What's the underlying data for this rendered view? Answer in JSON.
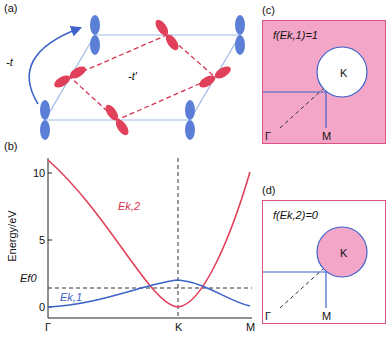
{
  "diagram": {
    "nodes": [
      {
        "text": [
          "f(Ek,1)=1",
          "K"
        ]
      },
      {
        "text": [
          "f(Ek,2)=0",
          "K"
        ]
      }
    ],
    "labels": [
      "(a)",
      "-t",
      "-t'",
      "(b)",
      "Energy/eV",
      "10",
      "5",
      "0",
      "Ek,2",
      "Ek,1",
      "Ef0",
      "Γ",
      "K",
      "M",
      "(c)",
      "Γ",
      "M",
      "(d)",
      "Γ",
      "M"
    ]
  }
}
